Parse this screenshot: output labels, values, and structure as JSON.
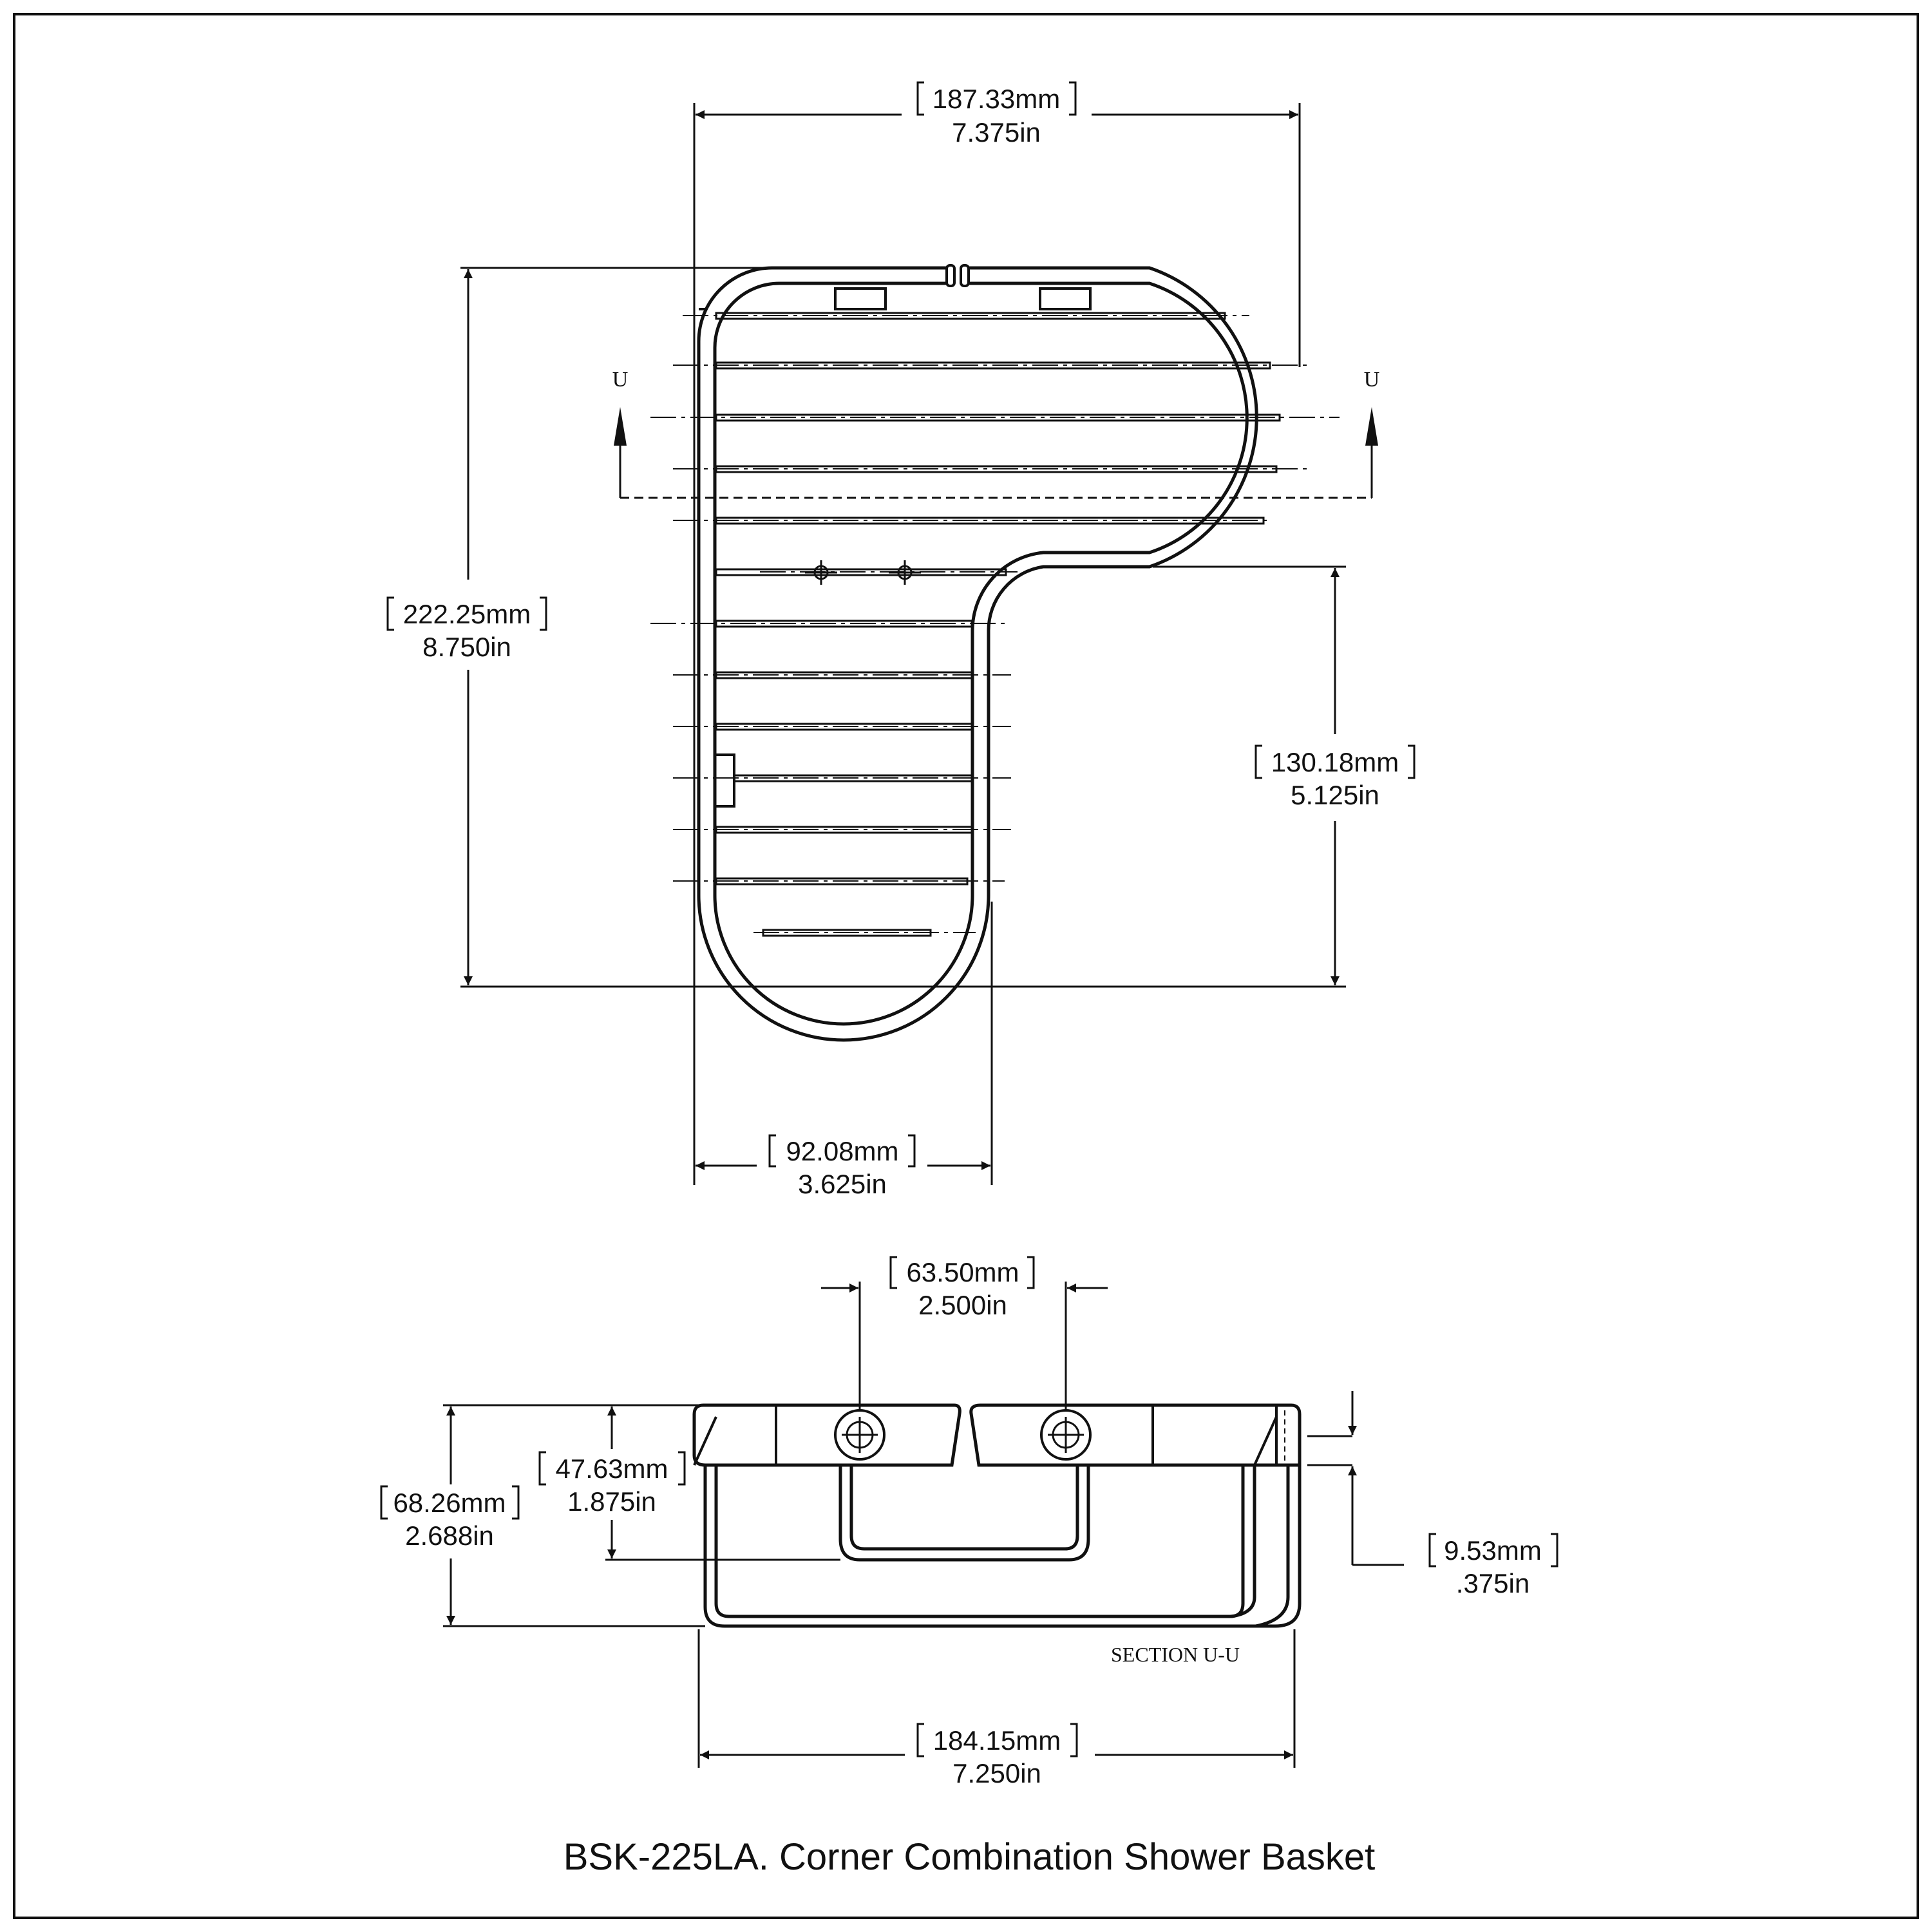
{
  "title": "BSK-225LA. Corner Combination Shower Basket",
  "section_marker": "U",
  "section_caption": "SECTION U-U",
  "dimensions": {
    "top_width": {
      "mm": "187.33mm",
      "in": "7.375in"
    },
    "overall_height": {
      "mm": "222.25mm",
      "in": "8.750in"
    },
    "right_height": {
      "mm": "130.18mm",
      "in": "5.125in"
    },
    "bottom_width": {
      "mm": "92.08mm",
      "in": "3.625in"
    },
    "hole_spacing": {
      "mm": "63.50mm",
      "in": "2.500in"
    },
    "section_height": {
      "mm": "68.26mm",
      "in": "2.688in"
    },
    "handle_height": {
      "mm": "47.63mm",
      "in": "1.875in"
    },
    "rail_height": {
      "mm": "9.53mm",
      "in": ".375in"
    },
    "section_width": {
      "mm": "184.15mm",
      "in": "7.250in"
    }
  },
  "colors": {
    "line": "#111111",
    "background": "#ffffff"
  }
}
